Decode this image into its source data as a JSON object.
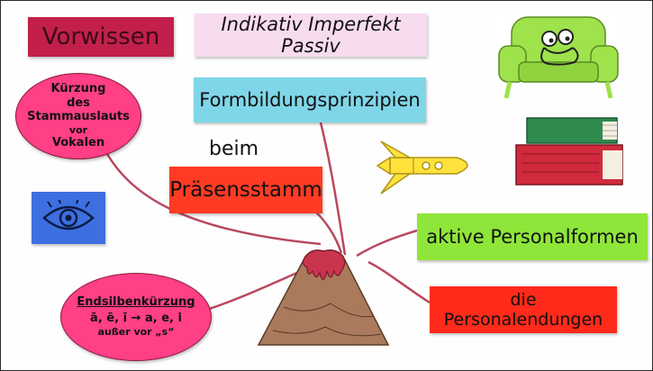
{
  "cards": {
    "vorwissen": "Vorwissen",
    "topic": "Indikativ Imperfekt Passiv",
    "formbildung": "Formbildungsprinzipien",
    "beim": "beim",
    "praesensstamm": "Präsensstamm",
    "aktive": "aktive Personalformen",
    "endungen": "die Personalendungen"
  },
  "ovals": {
    "kuerzung_lines": [
      "Kürzung",
      "des Stammauslauts",
      "vor",
      "Vokalen"
    ],
    "endsilben_lines": [
      "Endsilbenkürzung",
      "ā, ē, ī → a, e, i",
      "außer vor „s“"
    ]
  },
  "colors": {
    "vorwissen": "#c2204a",
    "topic": "#f7dcef",
    "formbildung": "#7fd6e8",
    "praesensstamm": "#ff3b24",
    "aktive": "#8fe63a",
    "endungen": "#ff2a1a",
    "oval": "#ff3f86",
    "lines": "#b9485e",
    "blue_card": "#3d6fe0",
    "armchair": "#9ee24c",
    "books_green": "#2f8a4e",
    "books_red": "#d12a3c",
    "rocket": "#ffe23c",
    "volcano": "#a97b5c",
    "lava": "#c9344e"
  },
  "icons": [
    "eye-icon",
    "armchair-icon",
    "books-icon",
    "rocket-icon",
    "volcano-icon"
  ]
}
